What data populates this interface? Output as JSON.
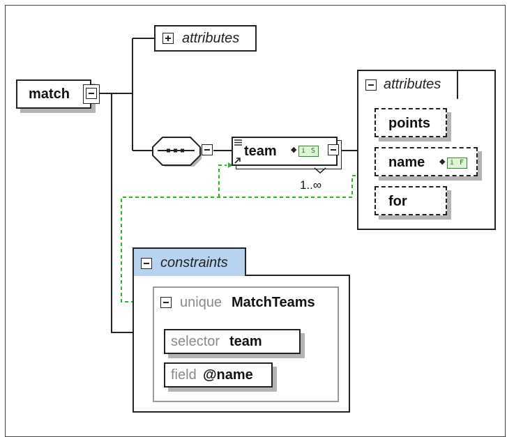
{
  "root": {
    "name": "match"
  },
  "root_attributes": {
    "label": "attributes"
  },
  "sequence": {
    "icon": "sequence-icon"
  },
  "team": {
    "name": "team",
    "multiplicity": "1..∞",
    "badge": "i S"
  },
  "team_attributes": {
    "label": "attributes",
    "items": [
      {
        "name": "points"
      },
      {
        "name": "name",
        "badge": "i F"
      },
      {
        "name": "for"
      }
    ]
  },
  "constraints": {
    "label": "constraints",
    "unique": {
      "kind": "unique",
      "name": "MatchTeams",
      "selector_label": "selector",
      "selector_value": "team",
      "field_label": "field",
      "field_value": "@name"
    }
  },
  "colors": {
    "constraints_tab": "#b8d3f0",
    "reference_line": "#1fbf1f",
    "badge_fill": "#dff5d8",
    "shadow": "#b4b4b4"
  }
}
